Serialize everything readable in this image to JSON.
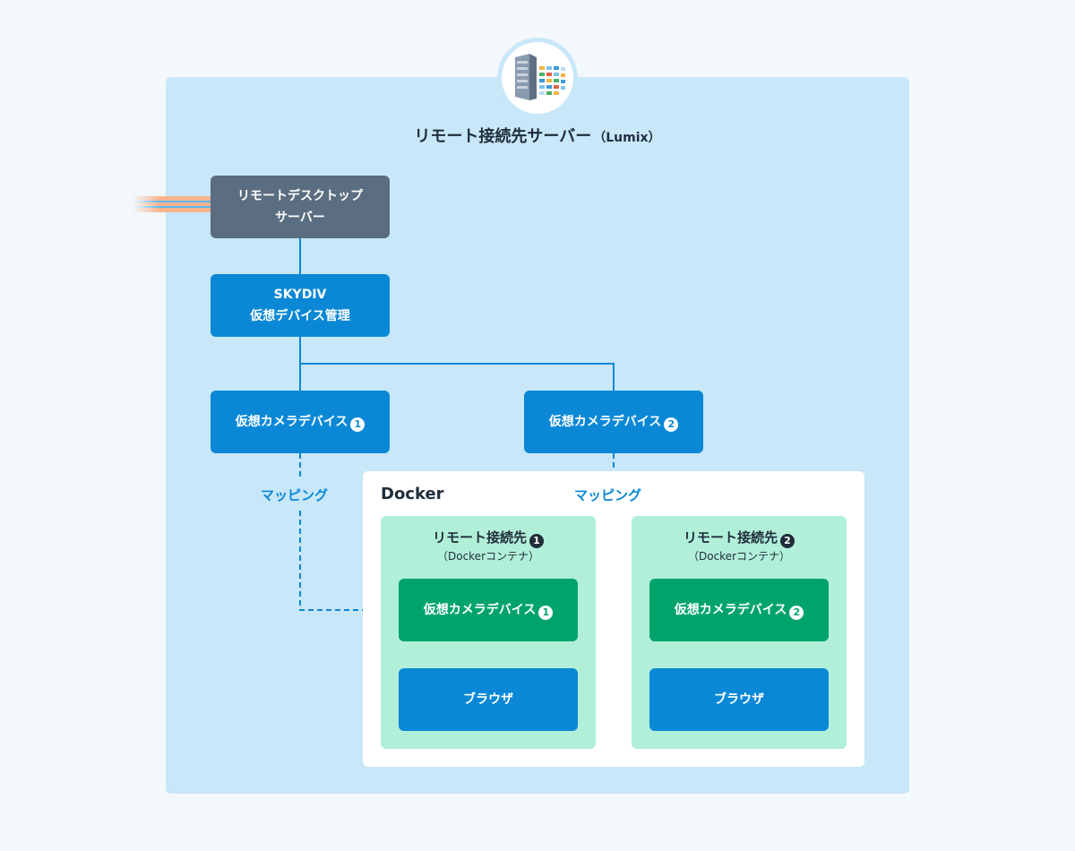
{
  "server": {
    "title": "リモート接続先サーバー",
    "subtitle": "（Lumix）",
    "icon": "server-grid-icon"
  },
  "rdp": {
    "line1": "リモートデスクトップ",
    "line2": "サーバー"
  },
  "skydiv": {
    "line1": "SKYDIV",
    "line2": "仮想デバイス管理"
  },
  "virtual_cameras": [
    {
      "label": "仮想カメラデバイス",
      "number": "1"
    },
    {
      "label": "仮想カメラデバイス",
      "number": "2"
    }
  ],
  "mapping_label": "マッピング",
  "docker": {
    "label": "Docker",
    "containers": [
      {
        "title": "リモート接続先",
        "number": "1",
        "subtitle": "（Dockerコンテナ）",
        "camera_label": "仮想カメラデバイス",
        "camera_number": "1",
        "browser_label": "ブラウザ"
      },
      {
        "title": "リモート接続先",
        "number": "2",
        "subtitle": "（Dockerコンテナ）",
        "camera_label": "仮想カメラデバイス",
        "camera_number": "2",
        "browser_label": "ブラウザ"
      }
    ]
  },
  "colors": {
    "server_bg": "#c8e7f8",
    "box_dark": "#5b6d80",
    "box_blue": "#0a88d6",
    "box_green": "#00a46b",
    "container_bg": "#b1efd9",
    "connection_stripes": "#f6b48e"
  }
}
